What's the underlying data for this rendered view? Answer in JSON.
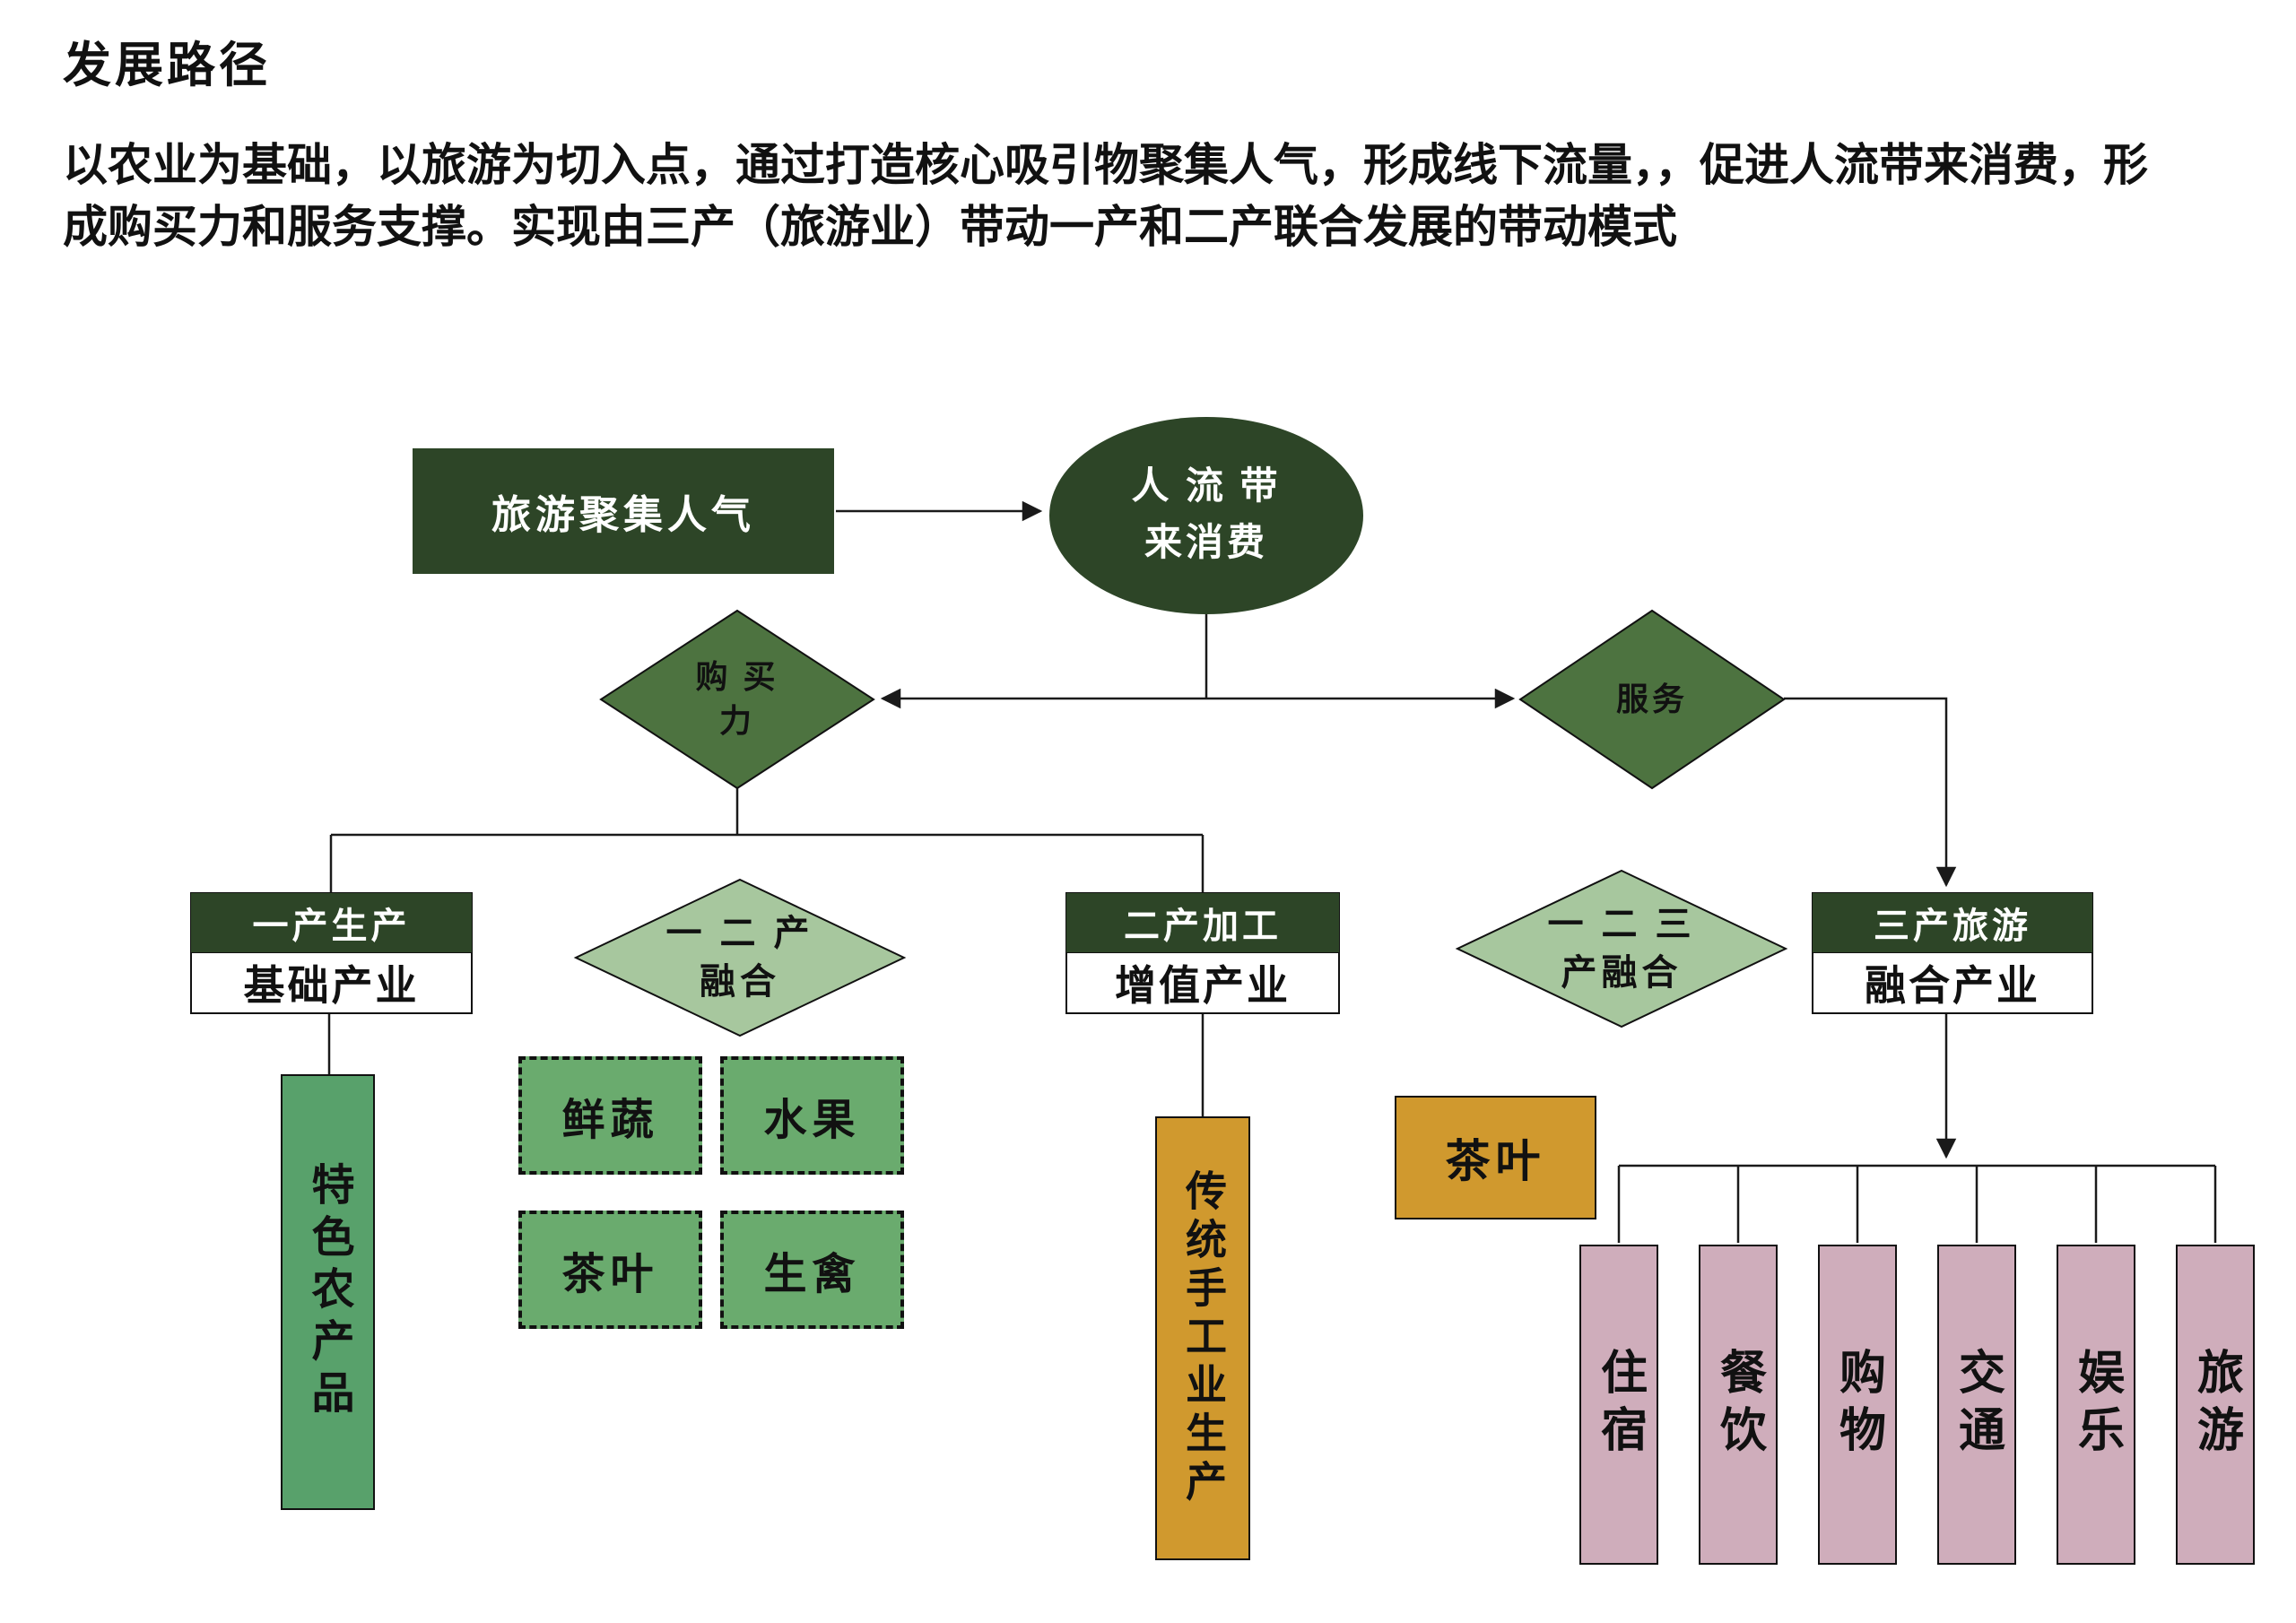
{
  "page": {
    "title": "发展路径",
    "description": "以农业为基础，以旅游为切入点，通过打造核心吸引物聚集人气，形成线下流量，，促进人流带来消费，形成购买力和服务支撑。实现由三产（旅游业）带动一产和二产联合发展的带动模式"
  },
  "flow": {
    "tourism_box": "旅游聚集人气",
    "consumption": {
      "line1": "人 流 带",
      "line2": "来消费"
    },
    "purchasing": {
      "line1": "购 买",
      "line2": "力"
    },
    "service": {
      "label": "服务"
    },
    "fusion12": {
      "line1": "一 二 产",
      "line2": "融合"
    },
    "fusion123": {
      "line1": "一 二 三",
      "line2": "产融合"
    },
    "primary": {
      "header": "一产生产",
      "body": "基础产业",
      "bar": "特色农产品"
    },
    "products": [
      "鲜蔬",
      "水果",
      "茶叶",
      "生禽"
    ],
    "secondary": {
      "header": "二产加工",
      "body": "增值产业",
      "bar": "传统手工业生产",
      "tea_box": "茶叶"
    },
    "tertiary": {
      "header": "三产旅游",
      "body": "融合产业",
      "bars": [
        "住宿",
        "餐饮",
        "购物",
        "交通",
        "娱乐",
        "旅游"
      ]
    }
  },
  "colors": {
    "dark_green": "#2d4527",
    "olive_green": "#4d7340",
    "light_green": "#a7c79e",
    "mid_green": "#6aab6e",
    "teal_green": "#58a16b",
    "orange": "#d0992e",
    "pink": "#cfadbb",
    "line": "#1a1a1a"
  }
}
